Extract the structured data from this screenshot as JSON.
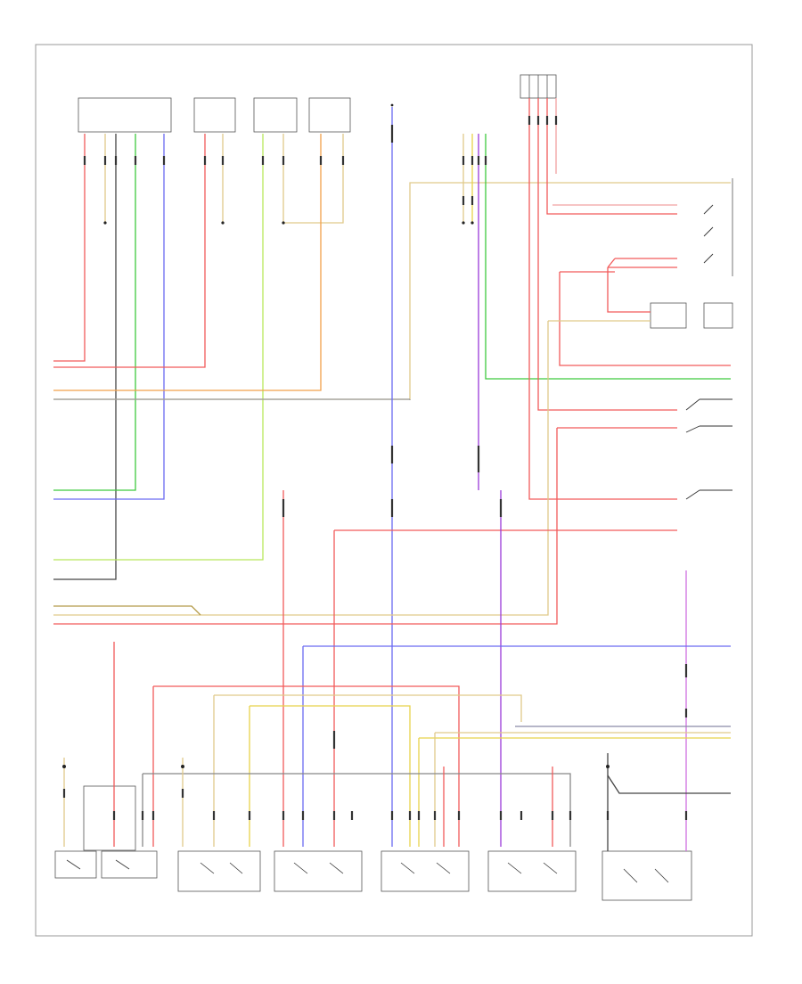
{
  "diagram": {
    "frame_label": "",
    "components_top": [
      {
        "id": "c1",
        "label": ""
      },
      {
        "id": "c2",
        "label": ""
      },
      {
        "id": "c3",
        "label": ""
      },
      {
        "id": "c4",
        "label": ""
      },
      {
        "id": "c5",
        "label": ""
      },
      {
        "id": "c6",
        "label": ""
      },
      {
        "id": "c7",
        "label": ""
      }
    ],
    "components_bottom": [
      {
        "id": "b1",
        "label": ""
      },
      {
        "id": "b2",
        "label": ""
      },
      {
        "id": "b3",
        "label": ""
      },
      {
        "id": "b4",
        "label": ""
      },
      {
        "id": "b5",
        "label": ""
      },
      {
        "id": "b6",
        "label": ""
      },
      {
        "id": "b7",
        "label": ""
      }
    ],
    "wire_colors": {
      "red": "#f25b5b",
      "pink": "#f2a0a0",
      "yellow": "#e8d24a",
      "tan": "#e0c98a",
      "green": "#3ec93e",
      "light_green": "#b8e85a",
      "blue": "#6a6af2",
      "violet": "#9a3ad8",
      "orange": "#f2a04a",
      "gray": "#8a8a8a",
      "black": "#333333",
      "frame": "#999999"
    }
  }
}
